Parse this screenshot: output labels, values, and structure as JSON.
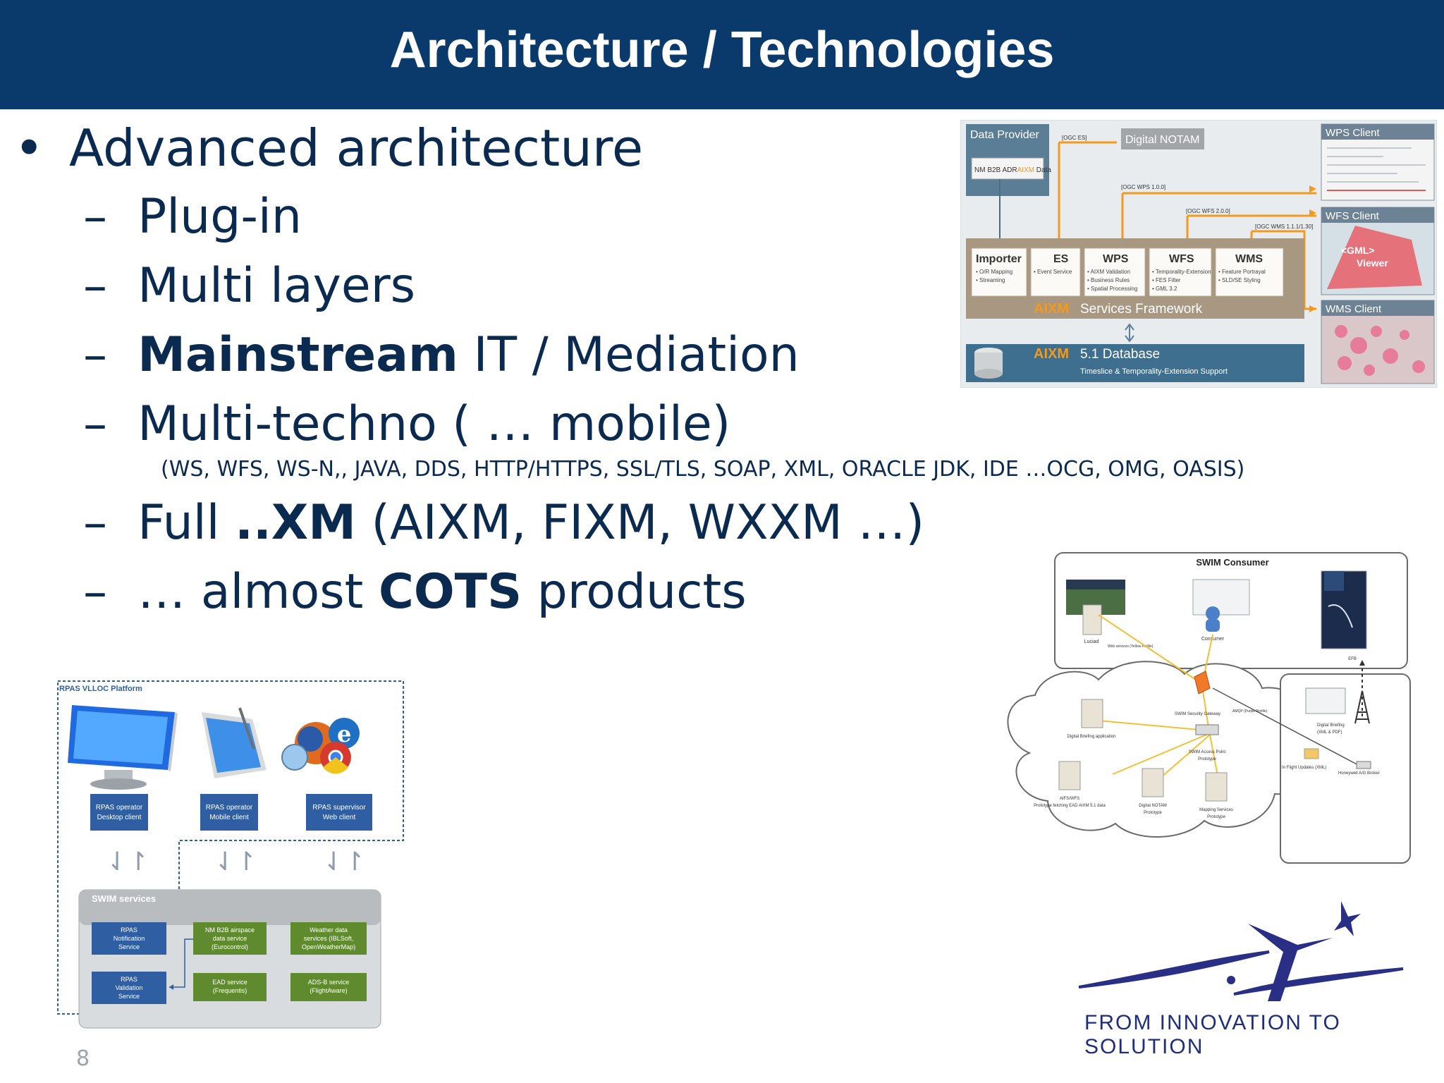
{
  "title": "Architecture / Technologies",
  "bullet": {
    "marker": "•",
    "text": "Advanced architecture"
  },
  "subs": [
    {
      "dash": "–",
      "text": "Plug-in"
    },
    {
      "dash": "–",
      "text": "Multi layers"
    },
    {
      "dash": "–",
      "bold": "Mainstream",
      "rest": " IT / Mediation"
    },
    {
      "dash": "–",
      "text": "Multi-techno ( … mobile)"
    },
    {
      "dash": "–",
      "pre": "Full ",
      "bold": "..XM",
      "rest": " (AIXM, FIXM, WXXM …)"
    },
    {
      "dash": "–",
      "pre": "… almost ",
      "bold": "COTS",
      "rest": " products"
    }
  ],
  "tech_list": "(WS, WFS, WS-N,, JAVA, DDS, HTTP/HTTPS, SSL/TLS, SOAP, XML, ORACLE JDK, IDE …OCG, OMG, OASIS)",
  "page_number": "8",
  "arch": {
    "data_provider": "Data Provider",
    "nm_label": "NM B2B ADR",
    "nm_aixm": "AIXM",
    "nm_data": " Data",
    "ogc_es": "[OGC ES]",
    "digital_notam": "Digital NOTAM",
    "ogc_wps": "[OGC WPS 1.0.0]",
    "ogc_wfs": "[OGC WFS 2.0.0]",
    "ogc_wms": "[OGC WMS 1.1.1/1.30]",
    "wps_client": "WPS Client",
    "wfs_client": "WFS Client",
    "wms_client": "WMS Client",
    "gml_viewer_1": "<GML>",
    "gml_viewer_2": "Viewer",
    "services": [
      {
        "name": "Importer",
        "lines": [
          "• O/R Mapping",
          "• Streaming"
        ]
      },
      {
        "name": "ES",
        "lines": [
          "• Event Service"
        ]
      },
      {
        "name": "WPS",
        "lines": [
          "• AIXM Validation",
          "• Business Rules",
          "• Spatial Processing"
        ]
      },
      {
        "name": "WFS",
        "lines": [
          "• Temporality-Extension",
          "• FES Filter",
          "• GML 3.2"
        ]
      },
      {
        "name": "WMS",
        "lines": [
          "• Feature Portrayal",
          "• SLD/SE Styling"
        ]
      }
    ],
    "framework_aixm": "AIXM",
    "framework_label": "Services Framework",
    "db_aixm": "AIXM",
    "db_label": "5.1 Database",
    "db_sub": "Timeslice & Temporality-Extension Support"
  },
  "rpas": {
    "platform": "RPAS VLLOC Platform",
    "clients": [
      {
        "line1": "RPAS operator",
        "line2": "Desktop client"
      },
      {
        "line1": "RPAS operator",
        "line2": "Mobile client"
      },
      {
        "line1": "RPAS supervisor",
        "line2": "Web client"
      }
    ],
    "arrows": "⇃↾",
    "swim_services": "SWIM services",
    "blue_services": [
      {
        "l1": "RPAS",
        "l2": "Notification",
        "l3": "Service"
      },
      {
        "l1": "RPAS",
        "l2": "Validation",
        "l3": "Service"
      }
    ],
    "green_services": [
      {
        "l1": "NM B2B airspace",
        "l2": "data service",
        "l3": "(Eurocontrol)"
      },
      {
        "l1": "Weather data",
        "l2": "services (IBLSoft,",
        "l3": "OpenWeatherMap)"
      },
      {
        "l1": "EAD service",
        "l2": "(Frequentis)",
        "l3": ""
      },
      {
        "l1": "ADS-B service",
        "l2": "(FlightAware)",
        "l3": ""
      }
    ]
  },
  "swim": {
    "consumer": "SWIM Consumer",
    "luciad": "Luciad",
    "web_services": "Web services (Yellow Profile)",
    "consumer_label": "Consumer",
    "efb": "EFB",
    "gateway": "SWIM Security Gateway",
    "amqp": "AMQP (Purple Profile)",
    "digital_briefing_app": "Digital Briefing application",
    "access_point_1": "SWIM Access Point",
    "access_point_2": "Prototype",
    "aifs_1": "AIFS/WFS",
    "aifs_2": "Prototype fetching EAD AIXM 5.1 data",
    "dnotam_1": "Digital NOTAM",
    "dnotam_2": "Prototype",
    "mapping_1": "Mapping Services",
    "mapping_2": "Prototype",
    "briefing_1": "Digital Briefing",
    "briefing_2": "(XML & PDF)",
    "inflight": "In Flight Updates (XML)",
    "broker": "Honeywell A/G Broker"
  },
  "brand": "FROM INNOVATION TO SOLUTION",
  "colors": {
    "header": "#0a3a6b",
    "text": "#0b2a50",
    "orange": "#f39a1e",
    "client_red": "#e5717a",
    "brand": "#1e2e7a"
  }
}
